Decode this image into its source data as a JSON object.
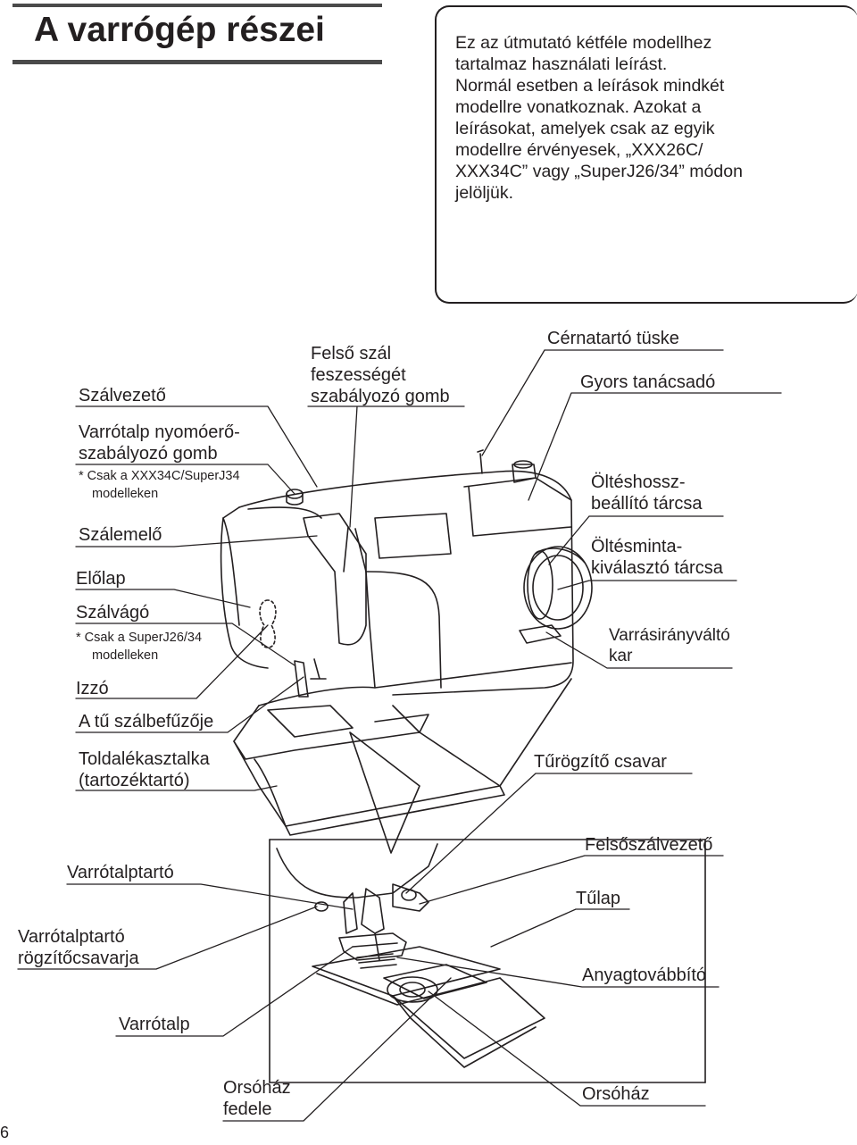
{
  "page": {
    "title": "A varrógép részei",
    "number": "6"
  },
  "note": {
    "lines": [
      "Ez az útmutató kétféle modellhez",
      "tartalmaz használati leírást.",
      "Normál esetben a leírások mindkét",
      "modellre vonatkoznak. Azokat a",
      "leírásokat, amelyek csak az egyik",
      "modellre érvényesek, „XXX26C/",
      "XXX34C” vagy „SuperJ26/34” módon",
      "jelöljük."
    ]
  },
  "labels": {
    "szalvezeto": "Szálvezető",
    "felso_szal_1": "Felső szál",
    "felso_szal_2": "feszességét",
    "felso_szal_3": "szabályozó gomb",
    "cernatarto": "Cérnatartó tüske",
    "gyors": "Gyors tanácsadó",
    "nyomoero_1": "Varrótalp nyomóerő-",
    "nyomoero_2": "szabályozó gomb",
    "nyomoero_note_1": "* Csak a XXX34C/SuperJ34",
    "nyomoero_note_2": "modelleken",
    "olteshossz_1": "Öltéshossz-",
    "olteshossz_2": "beállító tárcsa",
    "szalemelo": "Szálemelő",
    "oltesminta_1": "Öltésminta-",
    "oltesminta_2": "kiválasztó tárcsa",
    "elolap": "Előlap",
    "szalvago": "Szálvágó",
    "szalvago_note_1": "* Csak a SuperJ26/34",
    "szalvago_note_2": "modelleken",
    "varrasirany_1": "Varrásirányváltó",
    "varrasirany_2": "kar",
    "izzo": "Izzó",
    "tu_szalbefuzo": "A tű szálbefűzője",
    "toldalek_1": "Toldalékasztalka",
    "toldalek_2": "(tartozéktartó)",
    "turogzito": "Tűrögzítő csavar",
    "felsoszalvezeto": "Felsőszálvezető",
    "varrotalptarto": "Varrótalptartó",
    "tulap": "Tűlap",
    "rogzito_1": "Varrótalptartó",
    "rogzito_2": "rögzítőcsavarja",
    "anyagtovabbito": "Anyagtovábbító",
    "varrotalp": "Varrótalp",
    "orsohaz_fedele_1": "Orsóház",
    "orsohaz_fedele_2": "fedele",
    "orsohaz": "Orsóház"
  }
}
